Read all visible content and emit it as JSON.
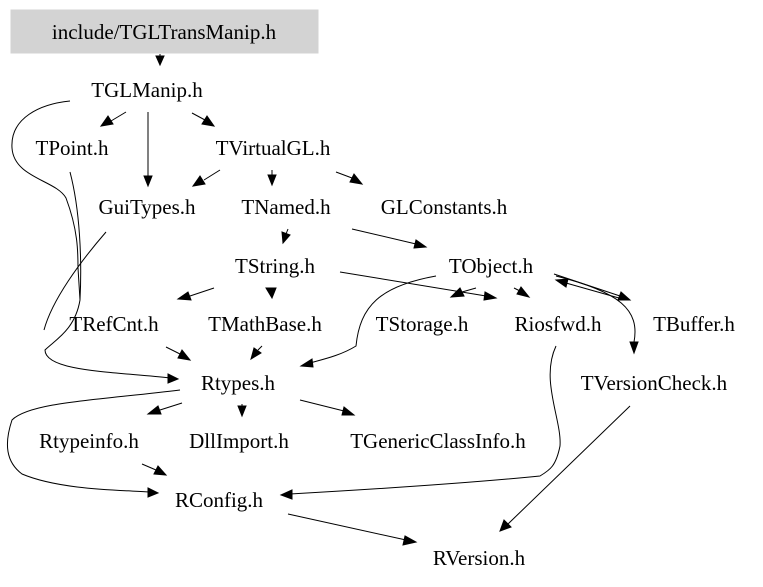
{
  "diagram": {
    "root": "include/TGLTransManip.h",
    "nodes": {
      "tglmanip": "TGLManip.h",
      "tpoint": "TPoint.h",
      "tvirtualgl": "TVirtualGL.h",
      "guitypes": "GuiTypes.h",
      "tnamed": "TNamed.h",
      "glconstants": "GLConstants.h",
      "tstring": "TString.h",
      "tobject": "TObject.h",
      "trefcnt": "TRefCnt.h",
      "tmathbase": "TMathBase.h",
      "tstorage": "TStorage.h",
      "riosfwd": "Riosfwd.h",
      "tbuffer": "TBuffer.h",
      "rtypes": "Rtypes.h",
      "tversioncheck": "TVersionCheck.h",
      "rtypeinfo": "Rtypeinfo.h",
      "dllimport": "DllImport.h",
      "tgenericclassinfo": "TGenericClassInfo.h",
      "rconfig": "RConfig.h",
      "rversion": "RVersion.h"
    },
    "edges": [
      [
        "root",
        "tglmanip"
      ],
      [
        "tglmanip",
        "tpoint"
      ],
      [
        "tglmanip",
        "tvirtualgl"
      ],
      [
        "tglmanip",
        "guitypes"
      ],
      [
        "tglmanip",
        "rtypes"
      ],
      [
        "tvirtualgl",
        "guitypes"
      ],
      [
        "tvirtualgl",
        "tnamed"
      ],
      [
        "tvirtualgl",
        "glconstants"
      ],
      [
        "tpoint",
        "rtypes"
      ],
      [
        "guitypes",
        "rtypes"
      ],
      [
        "tnamed",
        "tstring"
      ],
      [
        "tnamed",
        "tobject"
      ],
      [
        "tstring",
        "trefcnt"
      ],
      [
        "tstring",
        "tmathbase"
      ],
      [
        "tstring",
        "riosfwd"
      ],
      [
        "tobject",
        "tstorage"
      ],
      [
        "tobject",
        "riosfwd"
      ],
      [
        "tobject",
        "tbuffer"
      ],
      [
        "tobject",
        "tversioncheck"
      ],
      [
        "tobject",
        "rtypes"
      ],
      [
        "tbuffer",
        "tobject"
      ],
      [
        "trefcnt",
        "rtypes"
      ],
      [
        "tmathbase",
        "rtypes"
      ],
      [
        "rtypes",
        "rtypeinfo"
      ],
      [
        "rtypes",
        "dllimport"
      ],
      [
        "rtypes",
        "tgenericclassinfo"
      ],
      [
        "rtypes",
        "rconfig"
      ],
      [
        "rtypeinfo",
        "rconfig"
      ],
      [
        "riosfwd",
        "rconfig"
      ],
      [
        "rconfig",
        "rversion"
      ],
      [
        "tversioncheck",
        "rversion"
      ]
    ]
  }
}
